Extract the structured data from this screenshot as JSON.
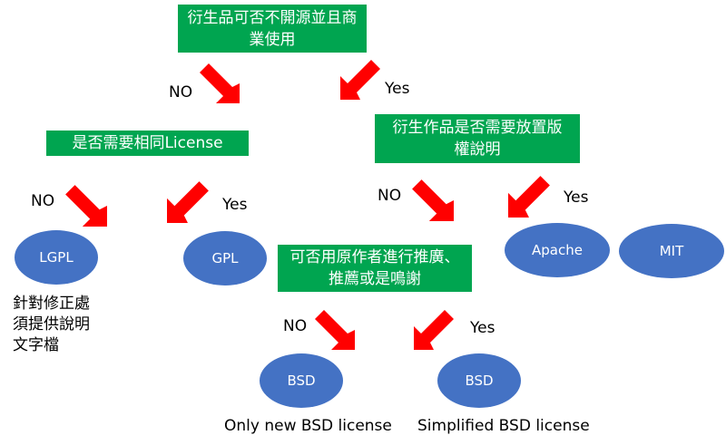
{
  "colors": {
    "question_box": "#00a550",
    "license_node": "#4472c4",
    "arrow": "#ff0000"
  },
  "questions": {
    "q1": {
      "line1": "衍生品可否不開源並且商",
      "line2": "業使用"
    },
    "q2": {
      "line1": "是否需要相同License"
    },
    "q3": {
      "line1": "衍生作品是否需要放置版",
      "line2": "權說明"
    },
    "q4": {
      "line1": "可否用原作者進行推廣、",
      "line2": "推薦或是鳴謝"
    }
  },
  "answers": {
    "no": "NO",
    "yes": "Yes"
  },
  "licenses": {
    "lgpl": "LGPL",
    "gpl": "GPL",
    "apache": "Apache",
    "mit": "MIT",
    "bsd_new": "BSD",
    "bsd_simplified": "BSD"
  },
  "notes": {
    "lgpl_note": {
      "line1": "針對修正處",
      "line2": "須提供說明",
      "line3": "文字檔"
    },
    "bsd_new_caption": "Only new BSD license",
    "bsd_simplified_caption": "Simplified BSD license"
  }
}
